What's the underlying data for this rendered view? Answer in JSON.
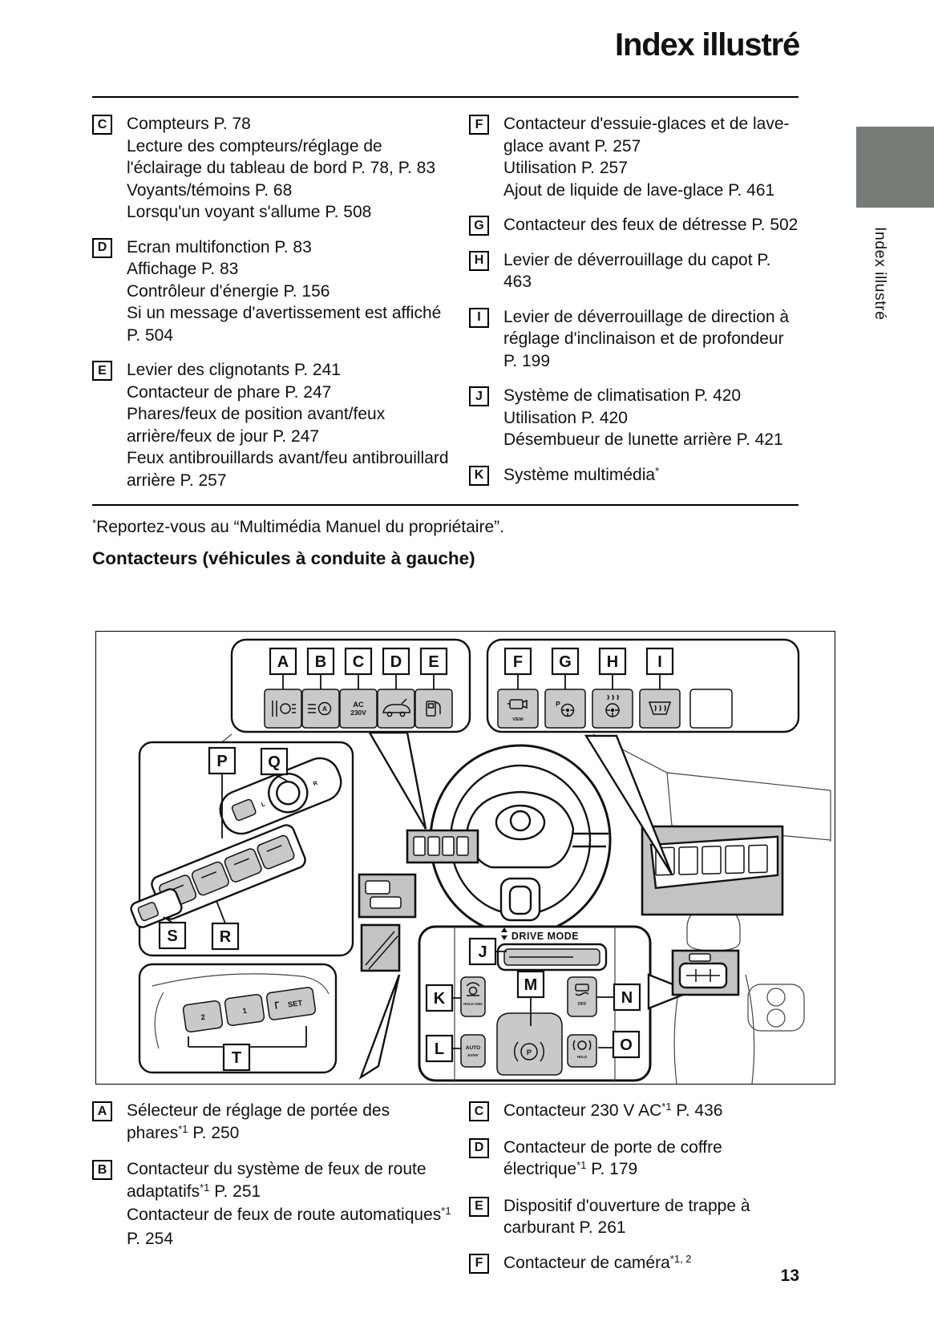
{
  "page": {
    "title": "Index illustré",
    "sidebar_label": "Index illustré",
    "page_number": "13"
  },
  "top_list": {
    "left": [
      {
        "key": "C",
        "main": [
          "Compteurs P. 78"
        ],
        "subs": [
          [
            "Lecture des compteurs/réglage de l'éclairage du tableau de bord P. 78, P. 83"
          ],
          [
            "Voyants/témoins P. 68"
          ],
          [
            "Lorsqu'un voyant s'allume P. 508"
          ]
        ]
      },
      {
        "key": "D",
        "main": [
          "Ecran multifonction P. 83"
        ],
        "subs": [
          [
            "Affichage P. 83"
          ],
          [
            "Contrôleur d'énergie P. 156"
          ],
          [
            "Si un message d'avertissement est affiché P. 504"
          ]
        ]
      },
      {
        "key": "E",
        "main": [
          "Levier des clignotants P. 241"
        ],
        "subs": [
          [
            "Contacteur de phare P. 247"
          ],
          [
            "Phares/feux de position avant/feux arrière/feux de jour P. 247"
          ],
          [
            "Feux antibrouillards avant/feu antibrouillard arrière P. 257"
          ]
        ]
      }
    ],
    "right": [
      {
        "key": "F",
        "main": [
          "Contacteur d'essuie-glaces et de lave-glace avant P. 257"
        ],
        "subs": [
          [
            "Utilisation P. 257"
          ],
          [
            "Ajout de liquide de lave-glace P. 461"
          ]
        ]
      },
      {
        "key": "G",
        "main": [
          "Contacteur des feux de détresse P. 502"
        ],
        "subs": []
      },
      {
        "key": "H",
        "main": [
          "Levier de déverrouillage du capot P. 463"
        ],
        "subs": []
      },
      {
        "key": "I",
        "main": [
          "Levier de déverrouillage de direction à réglage d'inclinaison et de profondeur P. 199"
        ],
        "subs": []
      },
      {
        "key": "J",
        "main": [
          "Système de climatisation P. 420"
        ],
        "subs": [
          [
            "Utilisation P. 420"
          ],
          [
            "Désembueur de lunette arrière P. 421"
          ]
        ]
      },
      {
        "key": "K",
        "main": [
          "Système multimédia",
          {
            "sup": "*"
          }
        ],
        "subs": []
      }
    ]
  },
  "footnote": {
    "sup": "*",
    "text": "Reportez-vous au “Multimédia Manuel du propriétaire”."
  },
  "section_heading": "Contacteurs (véhicules à conduite à gauche)",
  "bottom_list": {
    "left": [
      {
        "key": "A",
        "main": [
          "Sélecteur de réglage de portée des phares",
          {
            "sup": "*1"
          },
          " P. 250"
        ],
        "subs": []
      },
      {
        "key": "B",
        "main": [
          "Contacteur du système de feux de route adaptatifs",
          {
            "sup": "*1"
          },
          " P. 251"
        ],
        "subs": [
          [
            "Contacteur de feux de route automatiques",
            {
              "sup": "*1"
            },
            " P. 254"
          ]
        ]
      }
    ],
    "right": [
      {
        "key": "C",
        "main": [
          "Contacteur 230 V AC",
          {
            "sup": "*1"
          },
          " P. 436"
        ],
        "subs": []
      },
      {
        "key": "D",
        "main": [
          "Contacteur de porte de coffre électrique",
          {
            "sup": "*1"
          },
          " P. 179"
        ],
        "subs": []
      },
      {
        "key": "E",
        "main": [
          "Dispositif d'ouverture de trappe à carburant P. 261"
        ],
        "subs": []
      },
      {
        "key": "F",
        "main": [
          "Contacteur de caméra",
          {
            "sup": "*1, 2"
          }
        ],
        "subs": []
      }
    ]
  },
  "figure": {
    "callouts": {
      "A": "A",
      "B": "B",
      "C": "C",
      "D": "D",
      "E": "E",
      "F": "F",
      "G": "G",
      "H": "H",
      "I": "I",
      "P": "P",
      "Q": "Q",
      "S": "S",
      "R": "R",
      "T": "T",
      "J": "J",
      "K": "K",
      "L": "L",
      "M": "M",
      "N": "N",
      "O": "O"
    },
    "labels": {
      "drive_mode": "DRIVE MODE",
      "ac_line1": "AC",
      "ac_line2": "230V",
      "view": "VIEW",
      "auto_beam": "A",
      "p_assist": "P",
      "hold_chg": "HOLD CHG",
      "auto": "AUTO",
      "ev_hv": "EV/HV",
      "off": "OFF",
      "hold": "HOLD",
      "brake_p": "P",
      "set": "SET",
      "seat_1": "1",
      "seat_2": "2",
      "mirror_l": "L",
      "mirror_r": "R"
    }
  }
}
